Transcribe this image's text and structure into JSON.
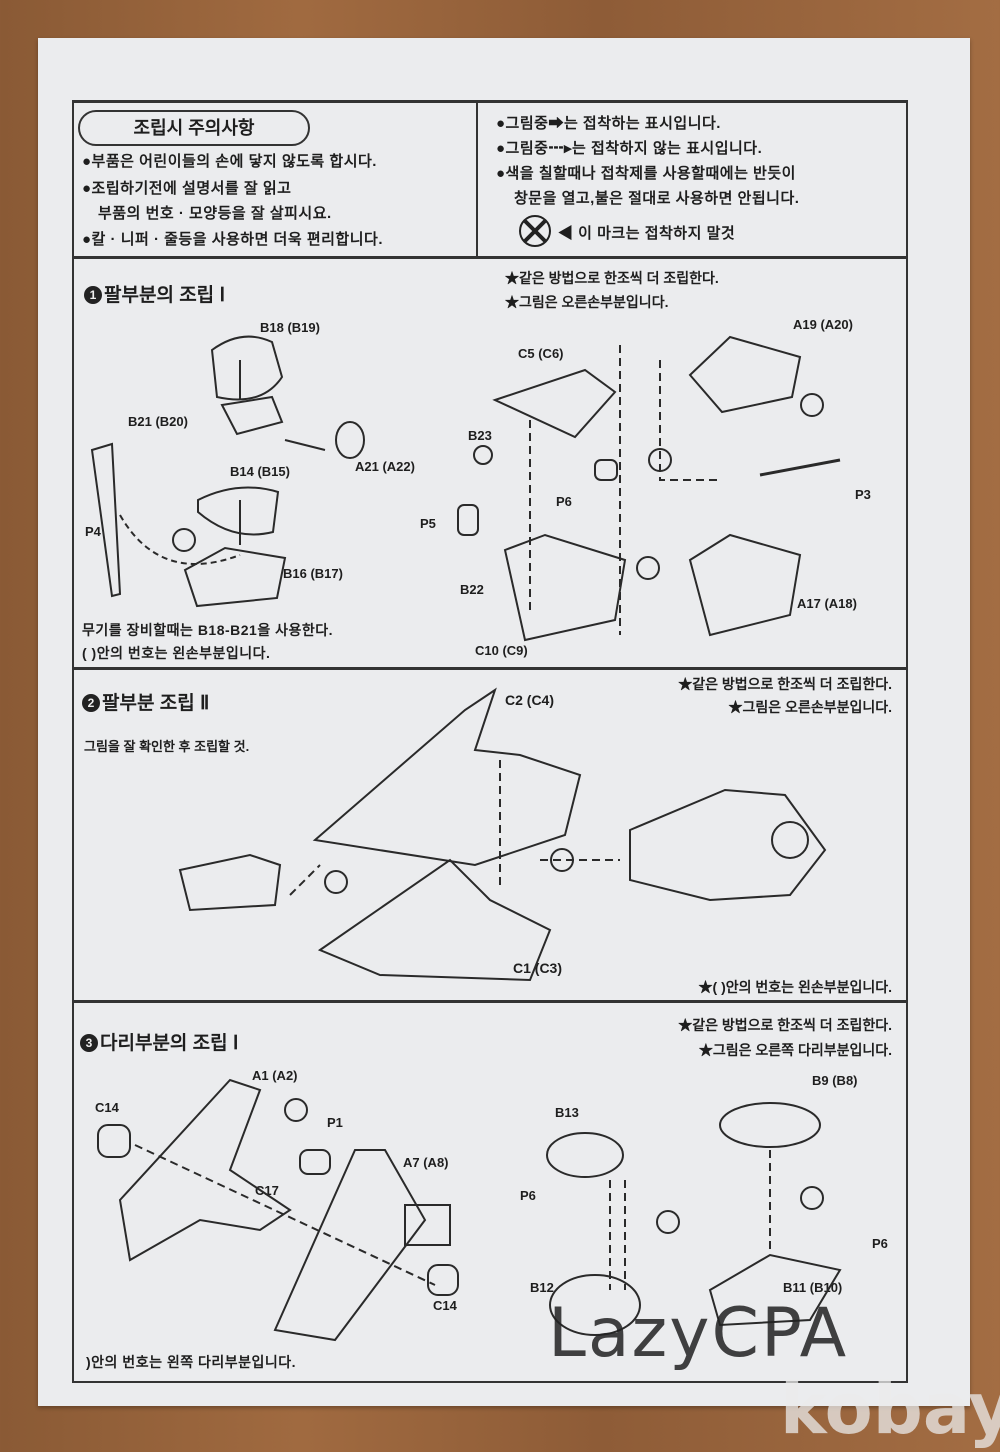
{
  "notes": {
    "title": "조립시 주의사항",
    "left": [
      "●부품은 어린이들의 손에 닿지 않도록 합시다.",
      "●조립하기전에 설명서를 잘 읽고",
      "부품의 번호 · 모양등을 잘 살피시요.",
      "●칼 · 니퍼 · 줄등을 사용하면 더욱 편리합니다."
    ],
    "right": [
      "●그림중➡는 접착하는 표시입니다.",
      "●그림중┅▸는 접착하지 않는 표시입니다.",
      "●색을 칠할때나 접착제를 사용할때에는 반듯이",
      "창문을 열고,불은 절대로 사용하면 안됩니다."
    ],
    "no_glue_mark": "◀ 이 마크는 접착하지 말것"
  },
  "section1": {
    "number": "1",
    "title": "팔부분의 조립 Ⅰ",
    "star_notes": [
      "★같은 방법으로 한조씩 더 조립한다.",
      "★그림은 오른손부분입니다."
    ],
    "footnotes": [
      "무기를 장비할때는 B18-B21을 사용한다.",
      "(   )안의 번호는 왼손부분입니다."
    ],
    "parts": [
      "B18 (B19)",
      "B21 (B20)",
      "B14 (B15)",
      "A21 (A22)",
      "P4",
      "B16 (B17)",
      "B23",
      "C5 (C6)",
      "P6",
      "P5",
      "B22",
      "C10 (C9)",
      "A19 (A20)",
      "P3",
      "A17 (A18)"
    ]
  },
  "section2": {
    "number": "2",
    "title": "팔부분 조립 Ⅱ",
    "subtitle": "그림을 잘 확인한 후 조립할 것.",
    "star_notes": [
      "★같은 방법으로 한조씩 더 조립한다.",
      "★그림은 오른손부분입니다."
    ],
    "footnote": "★(   )안의 번호는 왼손부분입니다.",
    "parts": [
      "C2 (C4)",
      "C1 (C3)"
    ]
  },
  "section3": {
    "number": "3",
    "title": "다리부분의 조립 Ⅰ",
    "star_notes": [
      "★같은 방법으로 한조씩 더 조립한다.",
      "★그림은 오른쪽 다리부분입니다."
    ],
    "footnote": ")안의 번호는 왼쪽 다리부분입니다.",
    "parts": [
      "A1 (A2)",
      "C14",
      "P1",
      "A7 (A8)",
      "C17",
      "C14",
      "B13",
      "B9 (B8)",
      "P6",
      "P6",
      "B12",
      "B11 (B10)"
    ]
  },
  "watermarks": [
    "LazyCPA",
    "kobay"
  ]
}
